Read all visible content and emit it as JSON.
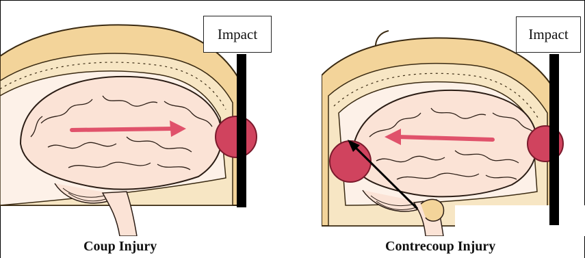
{
  "panels": [
    {
      "impact_label": "Impact",
      "caption": "Coup Injury"
    },
    {
      "impact_label": "Impact",
      "caption": "Contrecoup Injury"
    }
  ],
  "colors": {
    "skull": "#f3d49a",
    "skull_outline": "#3a2a12",
    "brain": "#fbe3d6",
    "brain_outline": "#2b1d15",
    "force_arrow": "#e0526b",
    "contusion": "#d0435e",
    "impact_bar": "#000000"
  },
  "icons": [
    "impact-bar",
    "force-arrow",
    "contusion-marker",
    "diagonal-arrow"
  ]
}
